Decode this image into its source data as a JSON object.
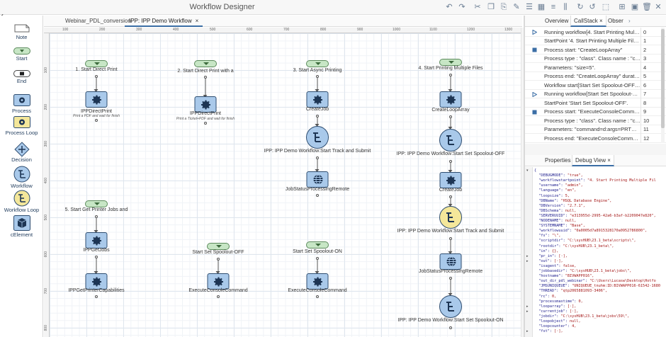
{
  "window": {
    "title": "Workflow Designer"
  },
  "palette": [
    {
      "name": "note",
      "label": "Note"
    },
    {
      "name": "start",
      "label": "Start"
    },
    {
      "name": "end",
      "label": "End"
    },
    {
      "name": "process",
      "label": "Process"
    },
    {
      "name": "process-loop",
      "label": "Process Loop"
    },
    {
      "name": "decision",
      "label": "Decision"
    },
    {
      "name": "workflow",
      "label": "Workflow"
    },
    {
      "name": "workflow-loop",
      "label": "Workflow Loop"
    },
    {
      "name": "celement",
      "label": "cElement"
    }
  ],
  "editor_tabs": [
    {
      "label": "Webinar_PDL_conversion",
      "active": false
    },
    {
      "label": "IPP: IPP Demo Workflow",
      "active": true,
      "close": "×"
    }
  ],
  "ruler": {
    "top": [
      "100",
      "200",
      "300",
      "400",
      "500",
      "600",
      "700",
      "800",
      "900",
      "1000",
      "1100",
      "1200",
      "1300"
    ],
    "left": [
      "100",
      "200",
      "300",
      "400",
      "500",
      "600",
      "700",
      "800"
    ]
  },
  "canvas": {
    "starts": [
      {
        "label": "1. Start Direct Print"
      },
      {
        "label": "2. Start Direct Print with a"
      },
      {
        "label": "3. Start Async Printing"
      },
      {
        "label": "4. Start Printing Multiple Files"
      },
      {
        "label": "5. Start Get Printer Jobs and"
      },
      {
        "label": "Start Set Spoolout-OFF"
      },
      {
        "label": "Start Set Spoolout-ON"
      }
    ],
    "processes": [
      {
        "label": "IPPDirectPrint",
        "sub": "Print a PDF and wait for finish"
      },
      {
        "label": "IPPDirectPrint",
        "sub": "Print a Ticket+PDF and wait for finish"
      },
      {
        "label": "CreateJob",
        "sub": ""
      },
      {
        "label": "CreateLoopArray",
        "sub": ""
      },
      {
        "label": "CreateJob",
        "sub": ""
      },
      {
        "label": "IPPGetJobs",
        "sub": ""
      },
      {
        "label": "IPPGetPrinterCapabilities",
        "sub": ""
      },
      {
        "label": "ExecuteConsoleCommand",
        "sub": ""
      },
      {
        "label": "ExecuteConsoleCommand",
        "sub": ""
      }
    ],
    "workflows": [
      {
        "label": "IPP: IPP Demo Workflow:Start Track and Submit"
      },
      {
        "label": "IPP: IPP Demo Workflow:Start Set Spoolout-OFF"
      },
      {
        "label": "IPP: IPP Demo Workflow:Start Track and Submit"
      },
      {
        "label": "IPP: IPP Demo Workflow:Start Set Spoolout-ON"
      }
    ],
    "remotes": [
      {
        "label": "JobStatusProcessingRemote"
      },
      {
        "label": "JobStatusProcessingRemote"
      }
    ]
  },
  "callstack_tabs": [
    {
      "label": "Overview"
    },
    {
      "label": "CallStack",
      "close": "×"
    },
    {
      "label": "Obser"
    }
  ],
  "callstack": [
    {
      "icon": "play",
      "text": "Running workflow[4. Start Printing Multipl...",
      "num": "0"
    },
    {
      "icon": "none",
      "text": "StartPoint '4. Start Printing Multiple Files'.",
      "num": "1"
    },
    {
      "icon": "square",
      "text": "Process start: \"CreateLoopArray\"",
      "num": "2"
    },
    {
      "icon": "none",
      "text": "Process type : \"class\". Class name : \"com...",
      "num": "3"
    },
    {
      "icon": "none",
      "text": "Parameters: \"size=5\".",
      "num": "4"
    },
    {
      "icon": "none",
      "text": "Process end: \"CreateLoopArray\" duration...",
      "num": "5"
    },
    {
      "icon": "none",
      "text": "Workflow start[Start Set Spoolout-OFF]: 1...",
      "num": "6"
    },
    {
      "icon": "play",
      "text": "Running workflow[Start Set Spoolout-OF...",
      "num": "7"
    },
    {
      "icon": "none",
      "text": "StartPoint 'Start Set Spoolout-OFF'.",
      "num": "8"
    },
    {
      "icon": "square",
      "text": "Process start: \"ExecuteConsoleCommand\"",
      "num": "9"
    },
    {
      "icon": "none",
      "text": "Process type : \"class\". Class name : \"com...",
      "num": "10"
    },
    {
      "icon": "none",
      "text": "Parameters: \"command=d:args=PRTMOC...",
      "num": "11"
    },
    {
      "icon": "none",
      "text": "Process end: \"ExecuteConsoleCommand\"...",
      "num": "12"
    }
  ],
  "debug_tabs": [
    {
      "label": "Properties"
    },
    {
      "label": "Debug View",
      "close": "×"
    }
  ],
  "debug_lines": [
    {
      "k": "{",
      "v": ""
    },
    {
      "k": "  \"DEBUGMODE\": ",
      "v": "\"true\","
    },
    {
      "k": "  \"workflowstartpoint\": ",
      "v": "\"4. Start Printing Multiple Fil"
    },
    {
      "k": "  \"username\": ",
      "v": "\"admin\","
    },
    {
      "k": "  \"language\": ",
      "v": "\"en\","
    },
    {
      "k": "  \"loopsize\": ",
      "v": "5,"
    },
    {
      "k": "  \"DBName\": ",
      "v": "\"HSQL Database Engine\","
    },
    {
      "k": "  \"DBVersion\": ",
      "v": "\"2.7.1\","
    },
    {
      "k": "  \"DBSchema\": ",
      "v": "null,"
    },
    {
      "k": "  \"SERVERUUID\": ",
      "v": "\"e313955d-2995-42a6-b3af-b2209047e820\","
    },
    {
      "k": "  \"NODENAME\": ",
      "v": "null,"
    },
    {
      "k": "  \"SYSTEMNAME\": ",
      "v": "\"Base\","
    },
    {
      "k": "  \"workflowuuid\": ",
      "v": "\"0a0005d7a8915328170a0952786800\","
    },
    {
      "k": "  \"fs\": ",
      "v": "\"\\\","
    },
    {
      "k": "  \"scriptdir\": ",
      "v": "\"C:\\sysHUB\\23.1_beta\\scripts\\\","
    },
    {
      "k": "  \"rootdir\": ",
      "v": "\"C:\\sysHUB\\23.1_beta\\\","
    },
    {
      "k": "  \"in\": ",
      "v": "{},"
    },
    {
      "k": "  \"pr_in\": ",
      "v": "[·],"
    },
    {
      "k": "  \"out\": ",
      "v": "[·],"
    },
    {
      "k": "  \"isagent\": ",
      "v": "false,"
    },
    {
      "k": "  \"jobbasedir\": ",
      "v": "\"C:\\sysHUB\\23.1_beta\\jobs\\\","
    },
    {
      "k": "  \"hostname\": ",
      "v": "\"BIVWAPP016\","
    },
    {
      "k": "  \"out_dir_pdl_webinar\": ",
      "v": "\"C:\\Users\\Lucasw\\Desktop\\Hotfo"
    },
    {
      "k": "  \"JMSUNIQUEUE\": ",
      "v": "\"UNIQUEUE_tnuhm:ID:BIVWAPP016-61542-1680"
    },
    {
      "k": "  \"THREAD\": ",
      "v": "\"qtp2065881093-3406\","
    },
    {
      "k": "  \"rc\": ",
      "v": "0,"
    },
    {
      "k": "  \"processmaxtime\": ",
      "v": "0,"
    },
    {
      "k": "  \"looparray\": ",
      "v": "[·],"
    },
    {
      "k": "  \"currentjob\": ",
      "v": "[·],"
    },
    {
      "k": "  \"jobdir\": ",
      "v": "\"C:\\sysHUB\\23.1_beta\\jobs\\59\\\","
    },
    {
      "k": "  \"loopobject\": ",
      "v": "null,"
    },
    {
      "k": "  \"loopcounter\": ",
      "v": "4,"
    },
    {
      "k": "  \"fst\": ",
      "v": "[·],"
    }
  ],
  "colors": {
    "accent": "#3b6ea5",
    "node_fill": "#a9c9ea",
    "node_border": "#2e4d70",
    "start_fill": "#c7e6c5",
    "loop_fill": "#f4e79a"
  }
}
